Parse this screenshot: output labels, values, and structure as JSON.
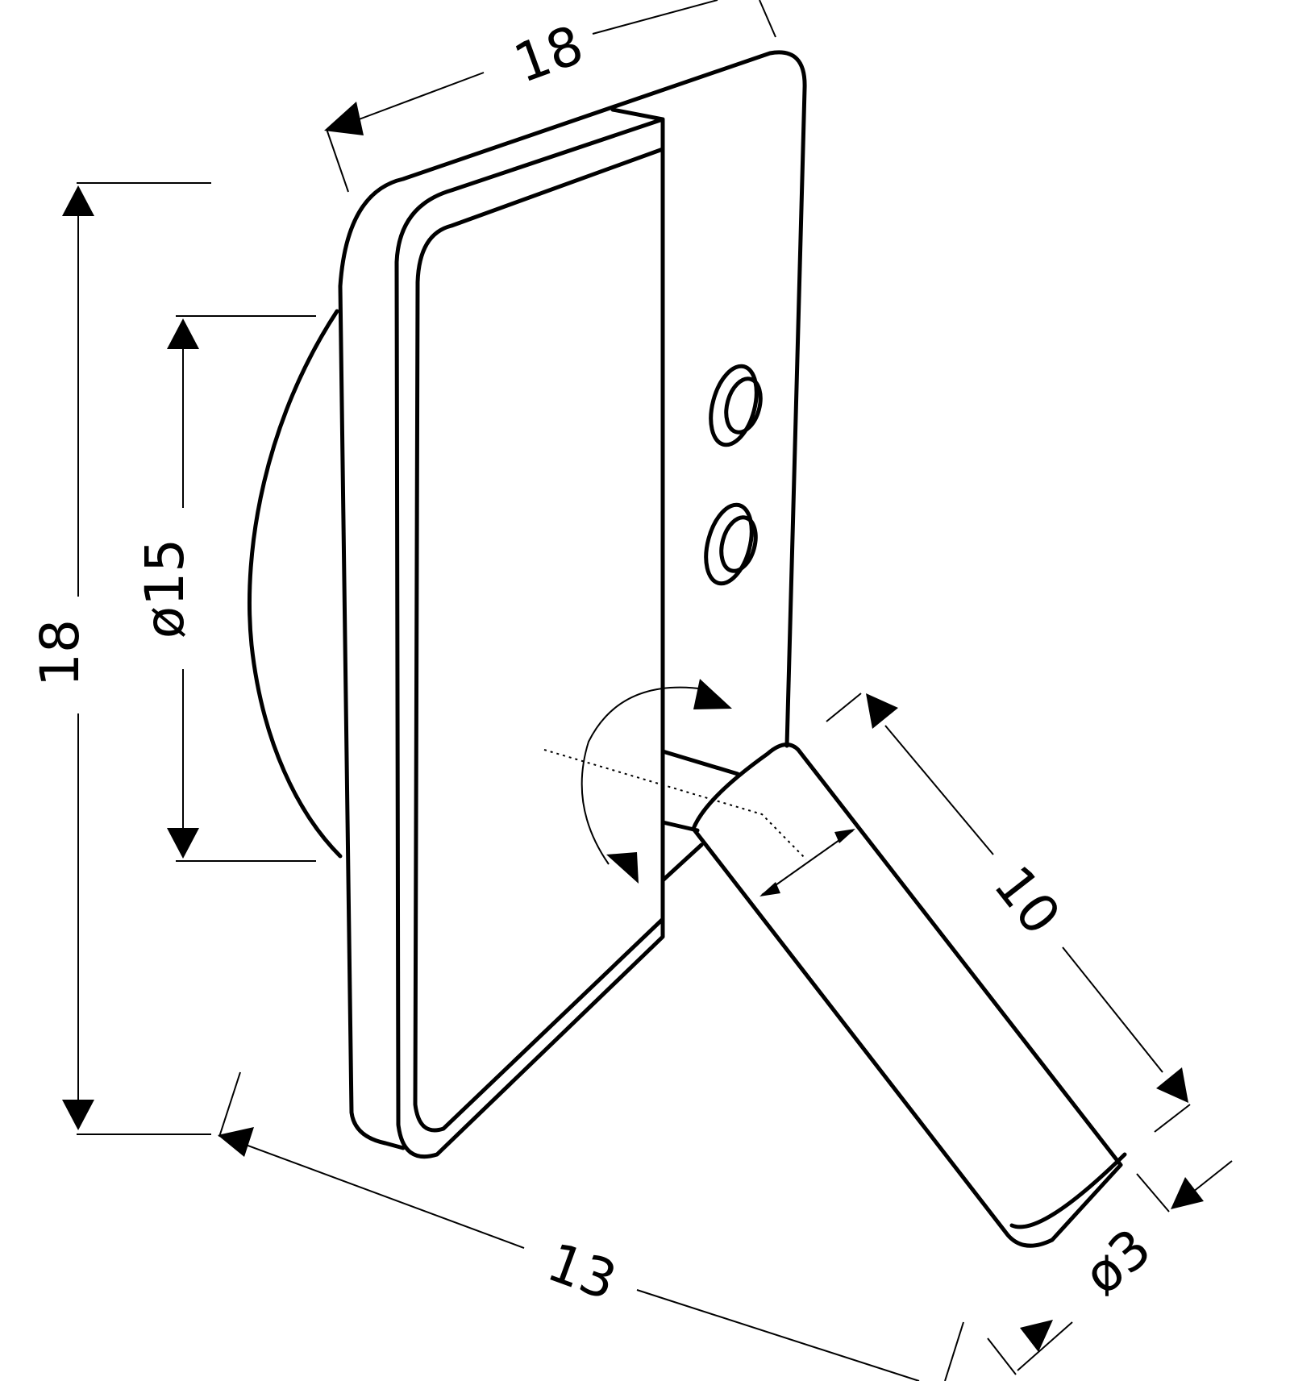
{
  "dimensions": {
    "top_width": "18",
    "height": "18",
    "shade_diameter": "ø15",
    "depth": "13",
    "arm_length": "10",
    "arm_diameter": "ø3"
  },
  "colors": {
    "line": "#000000",
    "background": "#ffffff"
  }
}
